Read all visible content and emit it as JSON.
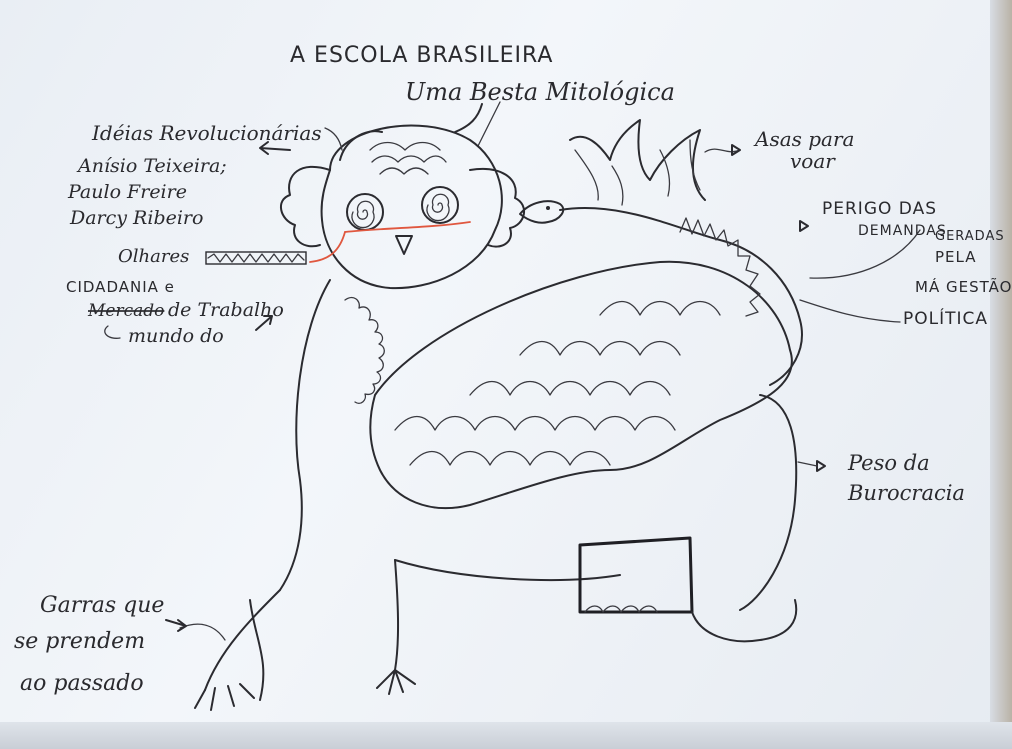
{
  "title": "A ESCOLA BRASILEIRA",
  "subtitle": "Uma Besta Mitológica",
  "labels": {
    "ideias_heading": "Idéias Revolucionárias",
    "ideias_name_1": "Anísio Teixeira;",
    "ideias_name_2": "Paulo Freire",
    "ideias_name_3": "Darcy Ribeiro",
    "olhares": "Olhares",
    "cidadania": "CIDADANIA e",
    "mercado": "Mercado",
    "trabalho": "de Trabalho",
    "mundo_do": "mundo do",
    "asas_line1": "Asas para",
    "asas_line2": "voar",
    "perigo_line1": "PERIGO DAS",
    "perigo_line2": "DEMANDAS",
    "perigo_line3": "GERADAS",
    "perigo_line4": "PELA",
    "perigo_line5": "MÁ GESTÃO",
    "perigo_line6": "POLÍTICA",
    "peso_line1": "Peso da",
    "peso_line2": "Burocracia",
    "garras_line1": "Garras que",
    "garras_line2": "se prendem",
    "garras_line3": "ao passado"
  },
  "colors": {
    "ink": "#2b2b30",
    "accent_red": "#e0573f",
    "paper": "#eef2f7"
  }
}
